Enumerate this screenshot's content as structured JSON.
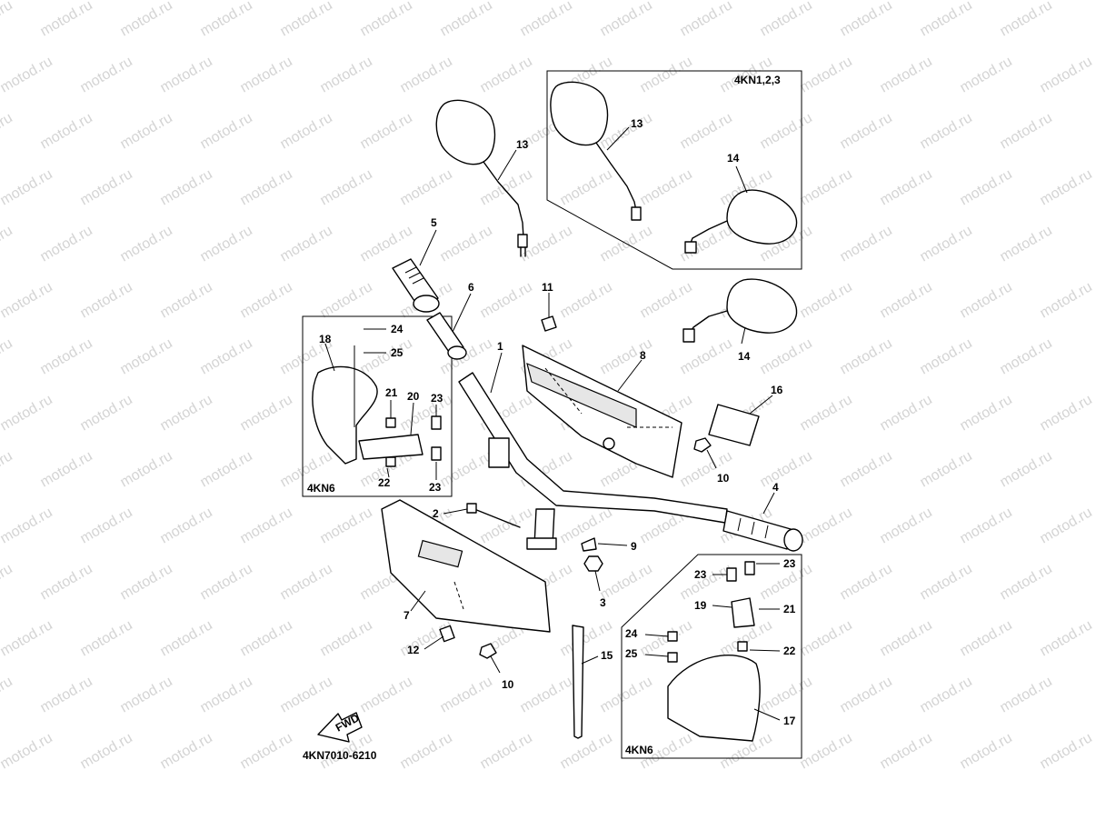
{
  "watermark_text": "motod.ru",
  "diagram_code": "4KN7010-6210",
  "fwd_label": "FWD",
  "boxes": {
    "mirror_variant": "4KN1,2,3",
    "left_guard_variant": "4KN6",
    "right_guard_variant": "4KN6"
  },
  "callouts": {
    "c1": "1",
    "c2": "2",
    "c3": "3",
    "c4": "4",
    "c5": "5",
    "c6": "6",
    "c7": "7",
    "c8": "8",
    "c9": "9",
    "c10a": "10",
    "c10b": "10",
    "c11": "11",
    "c12": "12",
    "c13a": "13",
    "c13b": "13",
    "c14a": "14",
    "c14b": "14",
    "c15": "15",
    "c16": "16",
    "c17": "17",
    "c18": "18",
    "c19": "19",
    "c20": "20",
    "c21a": "21",
    "c21b": "21",
    "c22a": "22",
    "c22b": "22",
    "c23a": "23",
    "c23b": "23",
    "c23c": "23",
    "c23d": "23",
    "c24a": "24",
    "c24b": "24",
    "c25a": "25",
    "c25b": "25"
  }
}
